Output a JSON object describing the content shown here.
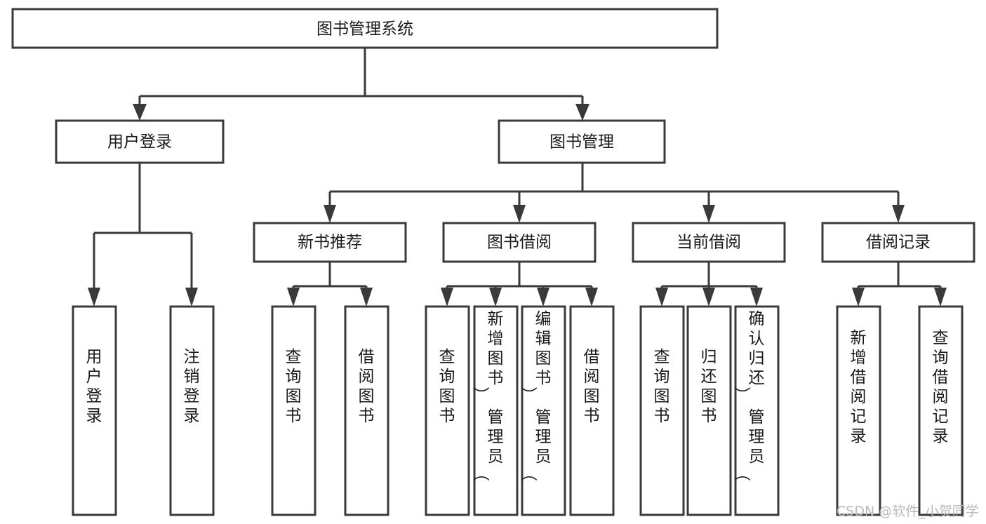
{
  "diagram": {
    "title": "图书管理系统",
    "type": "hierarchy-tree",
    "root": {
      "id": "root",
      "label": "图书管理系统"
    },
    "level2": [
      {
        "id": "user-login",
        "label": "用户登录"
      },
      {
        "id": "book-manage",
        "label": "图书管理"
      }
    ],
    "level3": [
      {
        "id": "new-book-rec",
        "label": "新书推荐",
        "parent": "book-manage"
      },
      {
        "id": "book-borrow",
        "label": "图书借阅",
        "parent": "book-manage"
      },
      {
        "id": "current-borrow",
        "label": "当前借阅",
        "parent": "book-manage"
      },
      {
        "id": "borrow-record",
        "label": "借阅记录",
        "parent": "book-manage"
      }
    ],
    "leaves": [
      {
        "id": "leaf-user-login",
        "label": "用户登录",
        "parent": "user-login"
      },
      {
        "id": "leaf-logout",
        "label": "注销登录",
        "parent": "user-login"
      },
      {
        "id": "leaf-query-book-1",
        "label": "查询图书",
        "parent": "new-book-rec"
      },
      {
        "id": "leaf-borrow-book-1",
        "label": "借阅图书",
        "parent": "new-book-rec"
      },
      {
        "id": "leaf-query-book-2",
        "label": "查询图书",
        "parent": "book-borrow"
      },
      {
        "id": "leaf-add-book",
        "label": "新增图书（管理员）",
        "parent": "book-borrow"
      },
      {
        "id": "leaf-edit-book",
        "label": "编辑图书（管理员）",
        "parent": "book-borrow"
      },
      {
        "id": "leaf-borrow-book-2",
        "label": "借阅图书",
        "parent": "book-borrow"
      },
      {
        "id": "leaf-query-book-3",
        "label": "查询图书",
        "parent": "current-borrow"
      },
      {
        "id": "leaf-return-book",
        "label": "归还图书",
        "parent": "current-borrow"
      },
      {
        "id": "leaf-confirm-return",
        "label": "确认归还（管理员）",
        "parent": "current-borrow"
      },
      {
        "id": "leaf-add-record",
        "label": "新增借阅记录",
        "parent": "borrow-record"
      },
      {
        "id": "leaf-query-record",
        "label": "查询借阅记录",
        "parent": "borrow-record"
      }
    ]
  },
  "watermark": {
    "text": "CSDN @软件_小贺同学"
  },
  "colors": {
    "stroke": "#3a3a3a",
    "box_fill": "#ffffff",
    "text": "#1a1a1a",
    "watermark": "#b9b9b9",
    "background": "#ffffff"
  }
}
